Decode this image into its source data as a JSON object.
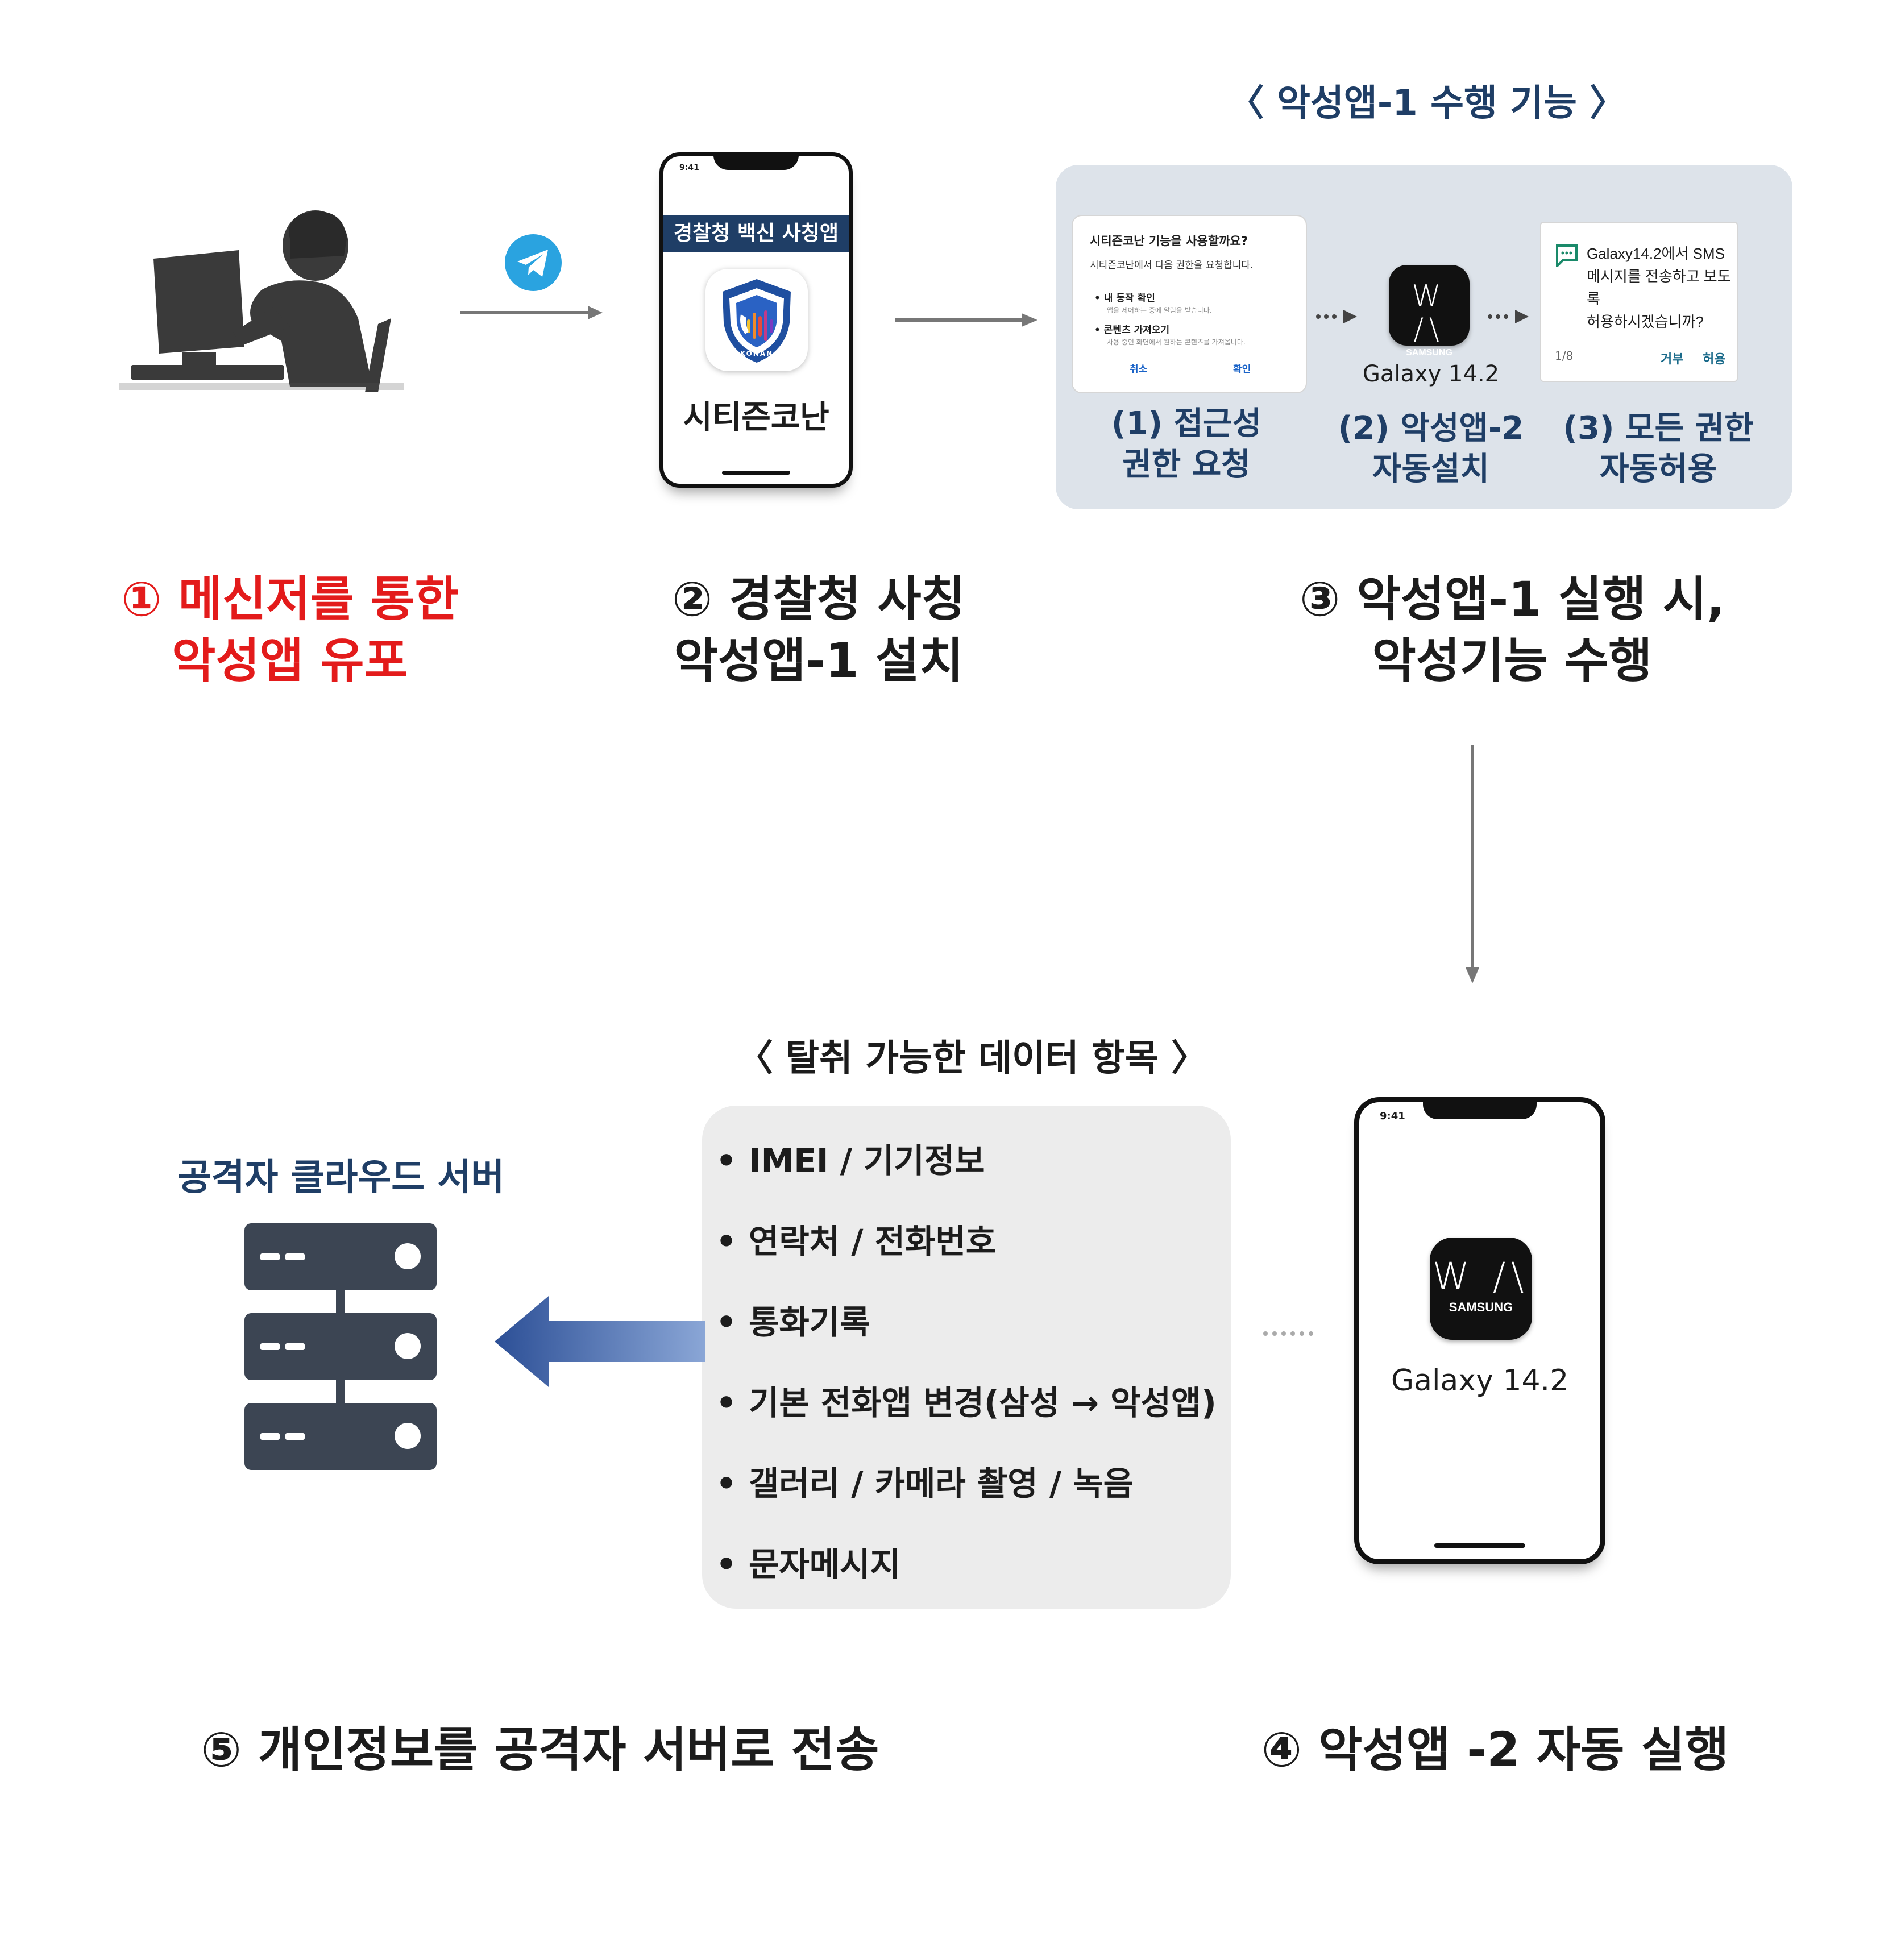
{
  "colors": {
    "red": "#e31b1b",
    "navy": "#1f3e66",
    "panel_bg": "#dde3ea",
    "list_bg": "#ececec",
    "server": "#3c4553",
    "telegram": "#2aa3e0"
  },
  "stage1": {
    "label": "① 메신저를 통한\n악성앱 유포",
    "icon": "hacker-silhouette-icon"
  },
  "stage2": {
    "label": "② 경찰청 사칭\n악성앱-1 설치",
    "phone": {
      "time": "9:41",
      "banner": "경찰청 백신 사칭앱",
      "app_name": "시티즌코난",
      "icon_caption": "KONAN"
    }
  },
  "stage3": {
    "label": "③  악성앱-1 실행 시,\n악성기능 수행",
    "panel_title": "〈  악성앱-1 수행 기능  〉",
    "step1": {
      "label": "(1)  접근성\n권한 요청",
      "dialog_title": "시티즌코난 기능을 사용할까요?",
      "dialog_desc": "시티즌코난에서 다음 권한을 요청합니다.",
      "perm1_title": "내 동작 확인",
      "perm1_desc": "앱을 제어하는 중에 알림을 받습니다.",
      "perm2_title": "콘텐츠 가져오기",
      "perm2_desc": "사용 중인 화면에서 원하는 콘텐츠를 가져옵니다.",
      "cancel": "취소",
      "confirm": "확인"
    },
    "step2": {
      "label": "(2) 악성앱-2\n자동설치",
      "app_caption": "Galaxy 14.2",
      "icon_top": "W /\\",
      "icon_bottom": "SAMSUNG"
    },
    "step3": {
      "label": "(3) 모든 권한\n자동허용",
      "dialog_text": "Galaxy14.2에서 SMS\n메시지를 전송하고 보도록\n허용하시겠습니까?",
      "counter": "1/8",
      "deny": "거부",
      "allow": "허용"
    }
  },
  "stage4": {
    "label": "④  악성앱 -2 자동 실행",
    "phone": {
      "time": "9:41",
      "app_caption": "Galaxy 14.2",
      "icon_top": "W /\\",
      "icon_bottom": "SAMSUNG"
    }
  },
  "data_items": {
    "title": "〈  탈취 가능한 데이터 항목  〉",
    "items": [
      "IMEI / 기기정보",
      "연락처 / 전화번호",
      "통화기록",
      "기본 전화앱 변경(삼성 → 악성앱)",
      "갤러리 / 카메라 촬영 / 녹음",
      "문자메시지"
    ]
  },
  "stage5": {
    "label": "⑤ 개인정보를 공격자 서버로 전송",
    "server_title": "공격자 클라우드 서버"
  }
}
